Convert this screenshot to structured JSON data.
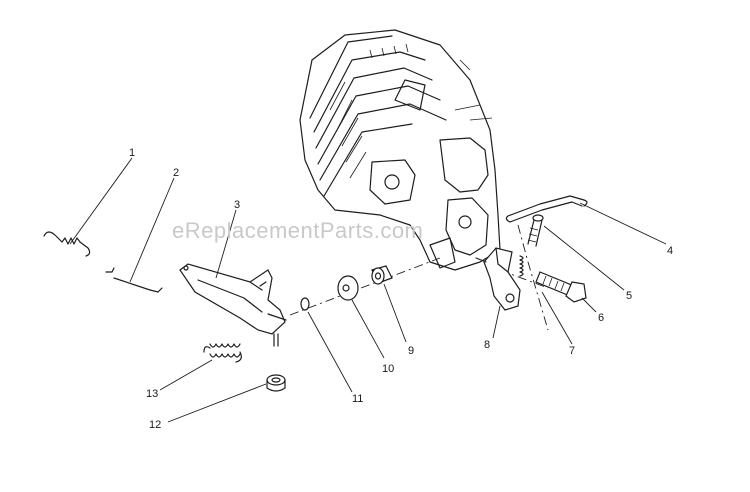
{
  "watermark": "eReplacementParts.com",
  "callouts": [
    {
      "id": "1",
      "part": "spring-link"
    },
    {
      "id": "2",
      "part": "governor-rod"
    },
    {
      "id": "3",
      "part": "governor-lever"
    },
    {
      "id": "4",
      "part": "bracket-rod"
    },
    {
      "id": "5",
      "part": "adjust-screw"
    },
    {
      "id": "6",
      "part": "hex-bolt"
    },
    {
      "id": "7",
      "part": "compression-spring"
    },
    {
      "id": "8",
      "part": "control-bracket"
    },
    {
      "id": "9",
      "part": "bushing"
    },
    {
      "id": "10",
      "part": "washer"
    },
    {
      "id": "11",
      "part": "retaining-ring"
    },
    {
      "id": "12",
      "part": "nut"
    },
    {
      "id": "13",
      "part": "extension-spring"
    }
  ]
}
